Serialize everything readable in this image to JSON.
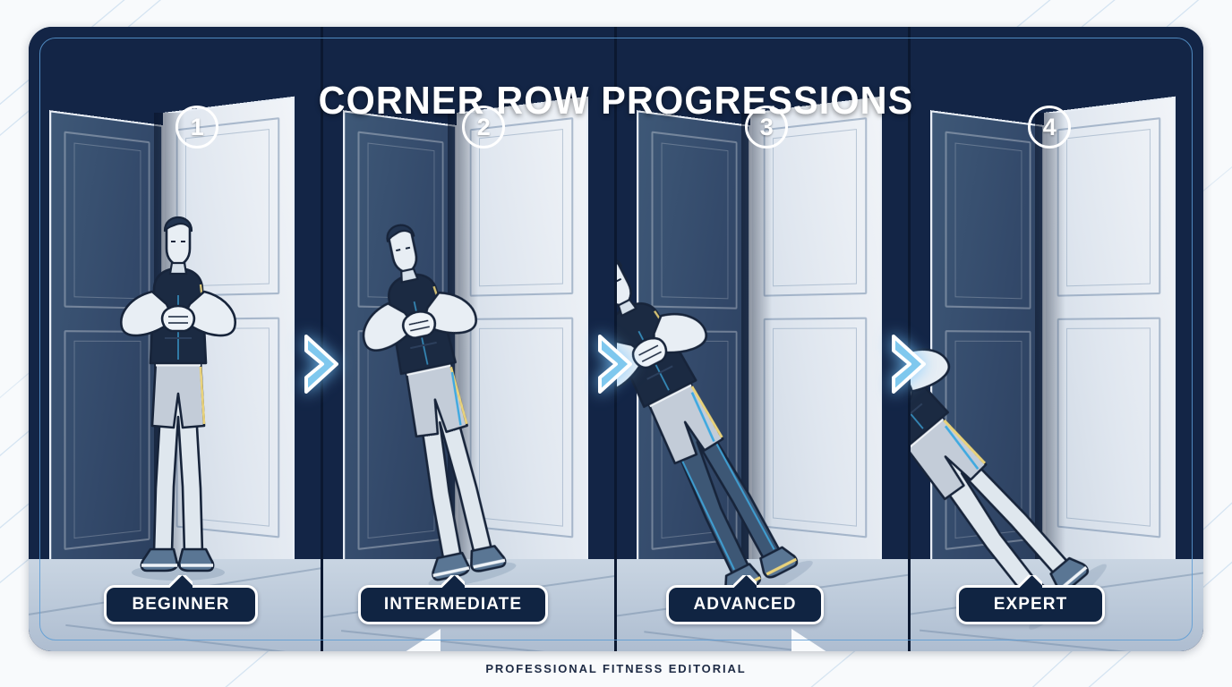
{
  "meta": {
    "title": "CORNER ROW PROGRESSIONS",
    "footer": "PROFESSIONAL FITNESS EDITORIAL"
  },
  "colors": {
    "page_background": "#f8fafc",
    "card_background": "#101f3c",
    "card_inner_border": "#5b9bd5",
    "floor": "#c9d5e2",
    "door_left": "#33496a",
    "door_right": "#dfe6ef",
    "shirt": "#1b2a42",
    "shorts": "#c3ccd8",
    "skin": "#e8eef4",
    "accent_cyan": "#3fa9e0",
    "accent_yellow": "#e9d27a",
    "shoe": "#5a7694",
    "badge_fill": "#102442",
    "badge_border": "#ffffff",
    "chevron_fill": "#7fc8ee",
    "chevron_outline": "#ffffff",
    "footer_text": "#1d2a44"
  },
  "panels": [
    {
      "number": "1",
      "label": "BEGINNER",
      "lean_degrees": 0,
      "legs": "bare",
      "description": "Upright stance, hands clasped at chest"
    },
    {
      "number": "2",
      "label": "INTERMEDIATE",
      "lean_degrees": 12,
      "legs": "bare",
      "description": "Slight backward lean from the corner"
    },
    {
      "number": "3",
      "label": "ADVANCED",
      "lean_degrees": 27,
      "legs": "leggings",
      "description": "Deeper lean, body angled away from wall"
    },
    {
      "number": "4",
      "label": "EXPERT",
      "lean_degrees": 40,
      "legs": "bare",
      "description": "Steepest lean, near-horizontal row position"
    }
  ],
  "arrows": [
    {
      "name": "progress-arrow-1",
      "icon": "chevron-right-icon"
    },
    {
      "name": "progress-arrow-2",
      "icon": "chevron-right-icon"
    },
    {
      "name": "progress-arrow-3",
      "icon": "chevron-right-icon"
    }
  ]
}
